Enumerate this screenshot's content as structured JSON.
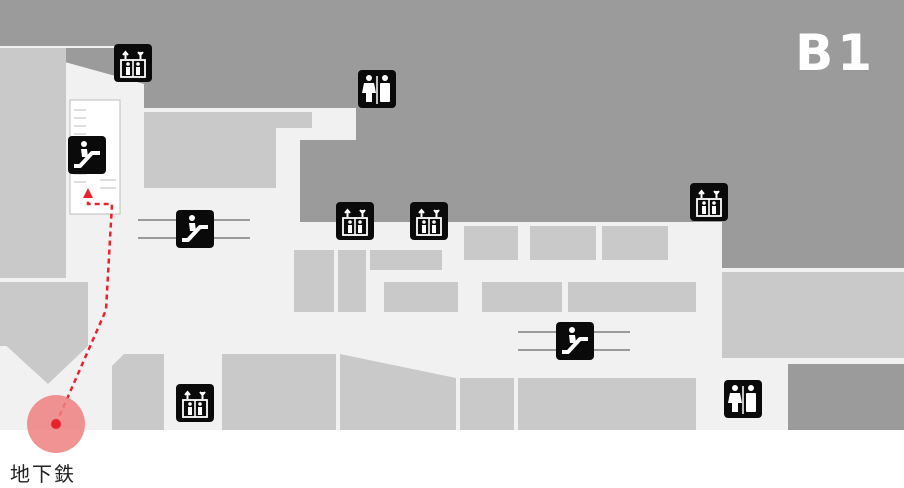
{
  "floor": {
    "label": "B1"
  },
  "destination": {
    "label": "地下鉄"
  },
  "colors": {
    "building": "#9b9b9b",
    "shop": "#c9c9c9",
    "corridor": "#f1f1f1",
    "marker": "#f08080",
    "route": "#e8232e",
    "icon_bg": "#0a0a0a"
  },
  "facilities": {
    "elevators": 5,
    "escalators": 3,
    "restrooms": 2
  },
  "legend_icons": [
    "elevator-icon",
    "escalator-icon",
    "restroom-icon",
    "route-line",
    "location-marker"
  ]
}
